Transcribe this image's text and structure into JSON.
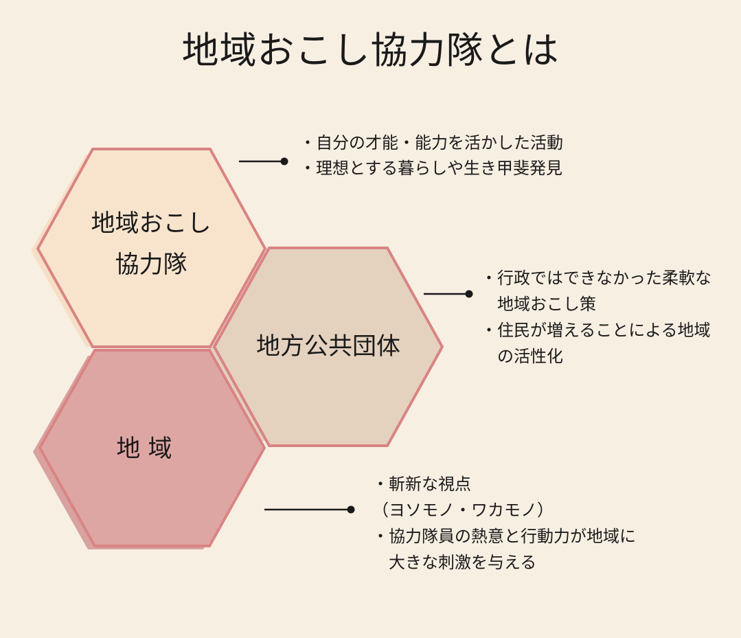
{
  "title": "地域おこし協力隊とは",
  "hexes": {
    "kyoryokutai": {
      "line1": "地域おこし",
      "line2": "協力隊",
      "fill": "#f8e4cd",
      "stroke": "#d98484"
    },
    "jichitai": {
      "label": "地方公共団体",
      "fill": "#e4d2bf",
      "stroke": "#d98484"
    },
    "chiiki": {
      "label": "地 域",
      "fill": "#dea6a3",
      "stroke": "#d98484"
    }
  },
  "notes": {
    "kyoryokutai": [
      "・自分の才能・能力を活かした活動",
      "・理想とする暮らしや生き甲斐発見"
    ],
    "jichitai": [
      "・行政ではできなかった柔軟な",
      "　地域おこし策",
      "・住民が増えることによる地域",
      "　の活性化"
    ],
    "chiiki": [
      "・斬新な視点",
      "（ヨソモノ・ワカモノ）",
      "・協力隊員の熱意と行動力が地域に",
      "　大きな刺激を与える"
    ]
  },
  "colors": {
    "background": "#f8efe3",
    "connector": "#1a1a1a"
  }
}
